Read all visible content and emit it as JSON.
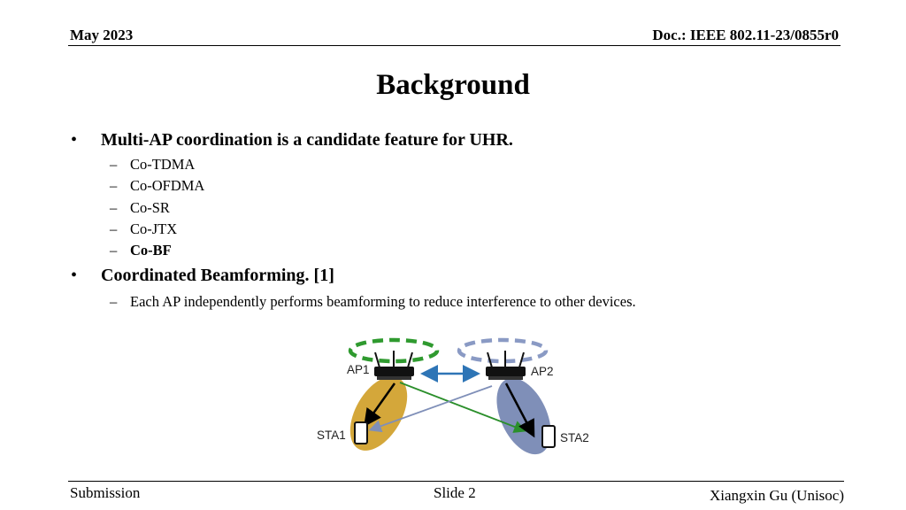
{
  "header": {
    "date": "May 2023",
    "doc_id": "Doc.: IEEE 802.11-23/0855r0"
  },
  "title": "Background",
  "bullets": [
    {
      "text": "Multi-AP coordination is a candidate feature for UHR.",
      "sub": [
        "Co-TDMA",
        "Co-OFDMA",
        "Co-SR",
        "Co-JTX",
        "Co-BF"
      ]
    },
    {
      "text": "Coordinated Beamforming. [1]",
      "sub": [
        "Each AP independently performs beamforming to reduce interference to other devices."
      ]
    }
  ],
  "bullet_mark": "•",
  "sub_mark": "–",
  "diagram": {
    "labels": {
      "ap1": "AP1",
      "ap2": "AP2",
      "sta1": "STA1",
      "sta2": "STA2"
    },
    "colors": {
      "cell1": "#d4a73a",
      "cell2": "#7f8fb8",
      "green": "#2b8f2b",
      "blue_link": "#2e75b6",
      "dashed_green": "#2f9a2f",
      "dashed_blue": "#8a9ac4"
    }
  },
  "footer": {
    "left": "Submission",
    "center": "Slide 2",
    "right": "Xiangxin Gu (Unisoc)"
  }
}
